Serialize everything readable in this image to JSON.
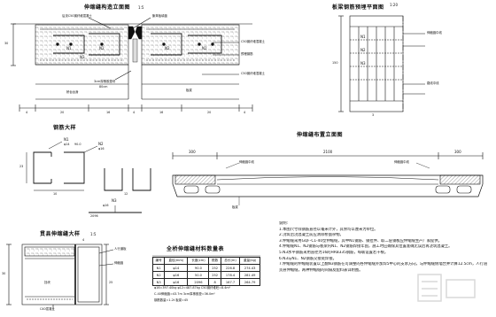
{
  "titles": {
    "joint_section": "伸缩缝构造立面图",
    "joint_section_scale": "1:5",
    "steel_plate_plan": "板梁钢筋预埋平面图",
    "steel_plate_plan_scale": "1:20",
    "rebar_detail": "钢筋大样",
    "layout_section": "伸缩缝布置立面图",
    "curb_joint": "贯县伸缩缝大样",
    "curb_joint_scale": "1:5",
    "materials_table": "全桥伸缩缝材料数量表"
  },
  "joint_section": {
    "labels": {
      "steel_top": "后浇C50钢纤维混凝土",
      "polystyrene": "聚苯板填缝",
      "c50": "C50钢纤维混凝土",
      "n1": "N1",
      "n2": "N2",
      "n3": "N3",
      "waterproof": "3cm厚橡胶垫块",
      "pavement": "80cm",
      "bearing": "桥台台身",
      "slab": "板梁",
      "precast": "预埋钢筋"
    },
    "dims_top": [
      "30"
    ],
    "dims_bottom": [
      "4",
      "20",
      "16",
      "4",
      "16",
      "20",
      "4"
    ]
  },
  "steel_plate_plan": {
    "labels": [
      "N1",
      "N2",
      "N3"
    ],
    "note1": "伸缩缝中线",
    "note2": "路线中线",
    "dim_side": "150",
    "dim_bottom": "3"
  },
  "rebar_detail": {
    "n1_label": "N1",
    "n1_dia": "φ14",
    "n1_len": "90.0",
    "n2_label": "N2",
    "n2_dia": "φ16",
    "dim1": "23",
    "dim2": "10",
    "dim3": "12",
    "n3_label": "N3",
    "n3_dia": "φ16",
    "n3_len": "2096"
  },
  "layout_section": {
    "dim_total": "2100",
    "dim_left": "300",
    "dim_right": "300",
    "labels": {
      "joint_left": "伸缩缝中线",
      "joint_right": "伸缩缝中线",
      "bearing": "板梁"
    }
  },
  "curb_joint": {
    "label_top": "人行道板",
    "label_mid": "伸缩缝",
    "label_bottom": "C40混凝土",
    "label_side": "挡块",
    "dims": [
      "30",
      "4",
      "25"
    ]
  },
  "materials_table": {
    "headers": [
      "编号",
      "直径(mm)",
      "长度(cm)",
      "根数",
      "总长(m)",
      "重量(kg)"
    ],
    "rows": [
      [
        "N1",
        "φ14",
        "90.0",
        "252",
        "226.8",
        "274.43"
      ],
      [
        "N2",
        "φ16",
        "50.0",
        "252",
        "178.4",
        "281.49"
      ],
      [
        "N3",
        "φ16",
        "2096",
        "8",
        "167.7",
        "264.79"
      ]
    ],
    "total_line1": "φ16=397.40kg   φ12=487.87kg   C50钢纤维砼=8.4m³",
    "total_line2": "C-40伸缩缝=43.7m   3cm厚橡胶垫=36.0m²",
    "total_line3": "钢筋数量=1.2t   板梁=45"
  },
  "notes": {
    "heading": "说明:",
    "lines": [
      "1.本图尺寸除钢筋直径以毫米计外，其余均以厘米为单位。",
      "2.浇筑后浇混凝土前应清除桥面杂物。",
      "3.伸缩缝采用GQF-C1-40型伸缩缝，其中N1钢筋、钢拉件、取二层钢板应伸缩缝生产厂家提供。",
      "4.伸缩缝N1、N2钢筋与板梁内N1、N2钢筋焊接牢固，施工时应确保其位置准确无误后再浇筑混凝土。",
      "5.N3水平钢筋采用直径为16的HRB335钢筋，每联设置若干根。",
      "6.N3与N1、N2钢筋交接处焊接。",
      "7.伸缩缝的伸缩缝装置以上翻N3钢筋在可调整的各伸缩缝外加焊5中心的支承方向，与伸缩缝侧墙合并计算12.5cm，人行道板在伸缩缝处",
      "  贯县伸缩缝，两种伸缩缝的间隔及配料表详附图。"
    ]
  },
  "colors": {
    "ink": "#111111",
    "concrete_fill": "#e9e9e9",
    "paper": "#ffffff"
  }
}
